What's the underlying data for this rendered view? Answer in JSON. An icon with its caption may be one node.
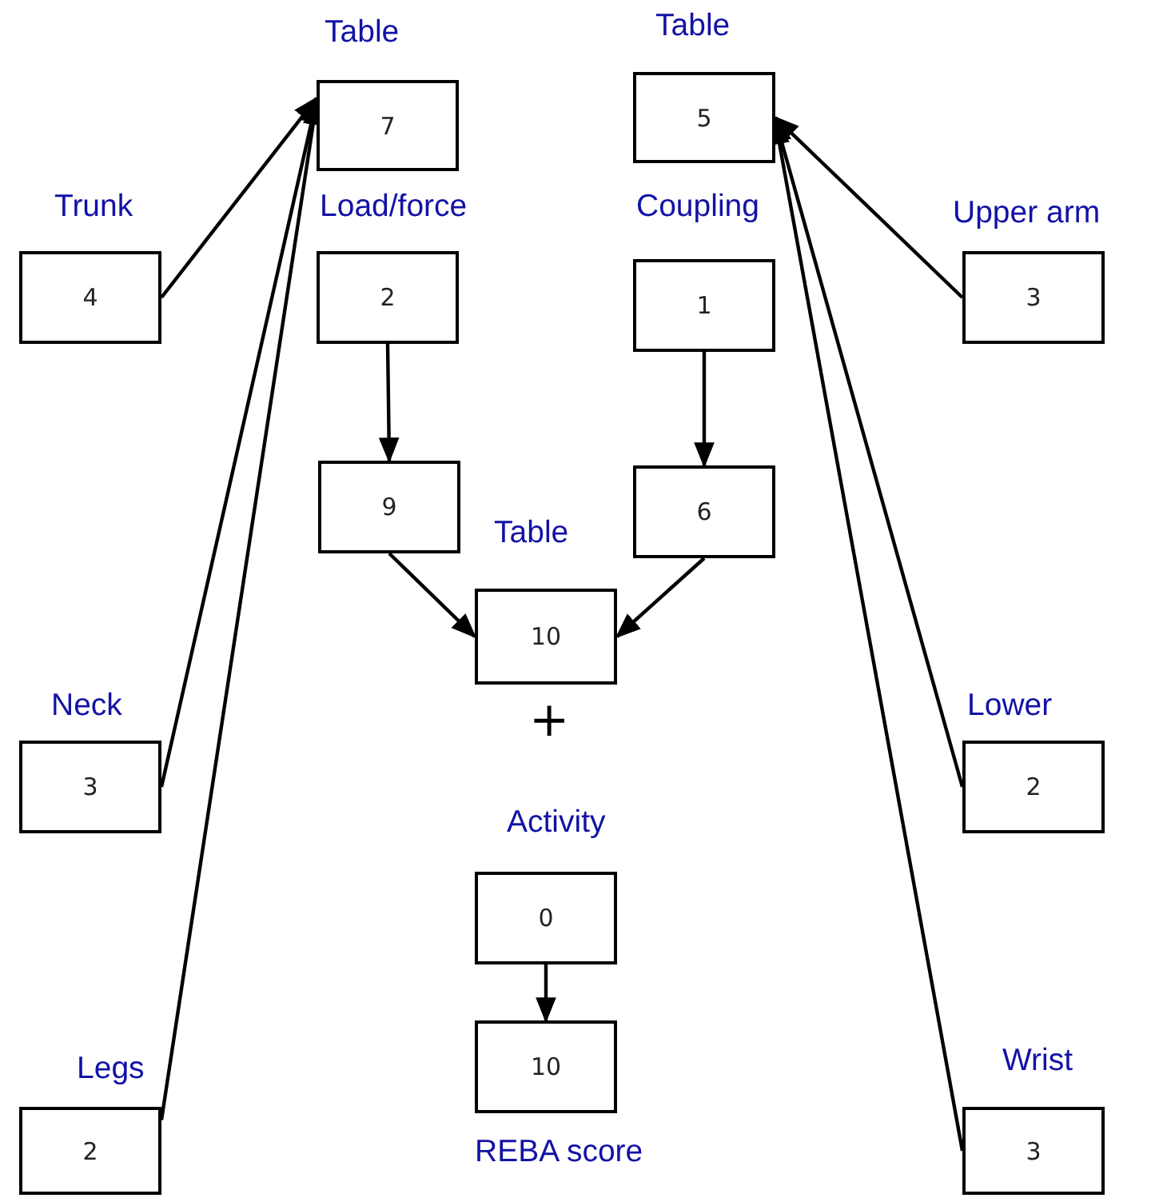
{
  "diagram": {
    "nodes": [
      {
        "text": [
          "Table",
          "7"
        ]
      },
      {
        "text": [
          "Table",
          "5"
        ]
      },
      {
        "text": [
          "Trunk",
          "4"
        ]
      },
      {
        "text": [
          "Load/force",
          "2"
        ]
      },
      {
        "text": [
          "Coupling",
          "1"
        ]
      },
      {
        "text": [
          "Upper arm",
          "3"
        ]
      },
      {
        "text": [
          "9"
        ]
      },
      {
        "text": [
          "6"
        ]
      },
      {
        "text": [
          "Table",
          "10"
        ]
      },
      {
        "text": [
          "Neck",
          "3"
        ]
      },
      {
        "text": [
          "Lower",
          "2"
        ]
      },
      {
        "text": [
          "Activity",
          "0"
        ]
      },
      {
        "text": [
          "10",
          "REBA score"
        ]
      },
      {
        "text": [
          "Legs",
          "2"
        ]
      },
      {
        "text": [
          "Wrist",
          "3"
        ]
      }
    ],
    "edges": [
      {
        "from": 2,
        "to": 0,
        "arrow": "to"
      },
      {
        "from": 9,
        "to": 0,
        "arrow": "to"
      },
      {
        "from": 13,
        "to": 0,
        "arrow": "to"
      },
      {
        "from": 5,
        "to": 1,
        "arrow": "to"
      },
      {
        "from": 10,
        "to": 1,
        "arrow": "to"
      },
      {
        "from": 14,
        "to": 1,
        "arrow": "to"
      },
      {
        "from": 3,
        "to": 6,
        "arrow": "to"
      },
      {
        "from": 4,
        "to": 7,
        "arrow": "to"
      },
      {
        "from": 6,
        "to": 8,
        "arrow": "to"
      },
      {
        "from": 7,
        "to": 8,
        "arrow": "to"
      },
      {
        "from": 11,
        "to": 12,
        "arrow": "to"
      }
    ],
    "labels": [
      "+"
    ]
  }
}
